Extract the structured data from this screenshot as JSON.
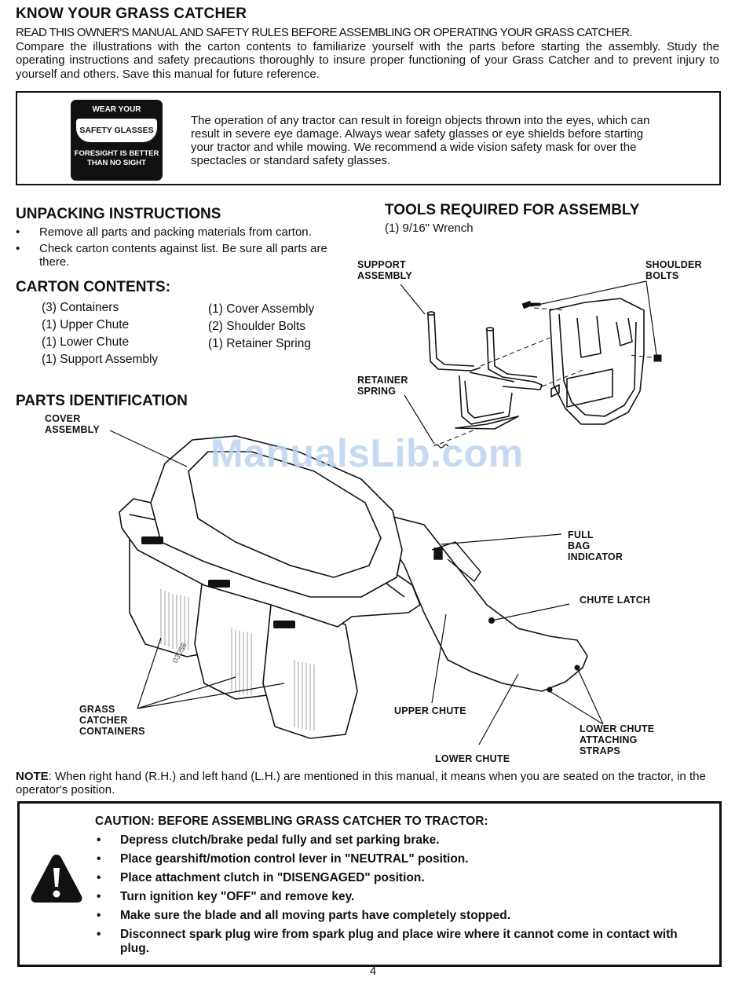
{
  "header": {
    "title": "KNOW YOUR GRASS CATCHER",
    "intro_line1": "READ THIS OWNER'S MANUAL AND SAFETY RULES BEFORE ASSEMBLING OR OPERATING YOUR GRASS CATCHER.",
    "intro_rest": "Compare the illustrations with the carton contents to familiarize yourself with the parts before starting the assembly. Study the operating instructions and safety precautions thoroughly to insure proper functioning of your Grass Catcher and to prevent injury to yourself and others.  Save this manual for future reference."
  },
  "safety_box": {
    "badge_top": "WEAR YOUR",
    "badge_middle": "SAFETY GLASSES",
    "badge_bottom_1": "FORESIGHT IS BETTER",
    "badge_bottom_2": "THAN NO SIGHT",
    "text": "The operation of any tractor can result in foreign objects thrown into the eyes, which can result in severe eye damage. Always wear safety glasses or eye shields before starting your tractor and while mowing. We recommend a  wide vision safety mask for over the spectacles or standard safety glasses."
  },
  "unpacking": {
    "title": "UNPACKING INSTRUCTIONS",
    "items": [
      "Remove all parts and packing materials from carton.",
      "Check carton contents against list.  Be sure all parts are there."
    ]
  },
  "tools": {
    "title": "TOOLS REQUIRED FOR ASSEMBLY",
    "item": "(1) 9/16\" Wrench"
  },
  "carton": {
    "title": "CARTON CONTENTS:",
    "col1": [
      "(3) Containers",
      "(1) Upper Chute",
      "(1) Lower Chute",
      "(1) Support Assembly"
    ],
    "col2": [
      "(1) Cover Assembly",
      "(2) Shoulder Bolts",
      "(1) Retainer Spring"
    ]
  },
  "parts": {
    "title": "PARTS  IDENTIFICATION",
    "part_code": "03056"
  },
  "diagram_labels": {
    "support_1": "SUPPORT",
    "support_2": "ASSEMBLY",
    "shoulder_1": "SHOULDER",
    "shoulder_2": "BOLTS",
    "retainer_1": "RETAINER",
    "retainer_2": "SPRING",
    "cover_1": "COVER",
    "cover_2": "ASSEMBLY",
    "full_1": "FULL",
    "full_2": "BAG",
    "full_3": "INDICATOR",
    "chute_latch": "CHUTE LATCH",
    "grass_1": "GRASS",
    "grass_2": "CATCHER",
    "grass_3": "CONTAINERS",
    "upper_chute": "UPPER CHUTE",
    "lower_chute": "LOWER CHUTE",
    "straps_1": "LOWER CHUTE",
    "straps_2": "ATTACHING",
    "straps_3": "STRAPS"
  },
  "watermark": "ManualsLib.com",
  "note": {
    "label": "NOTE",
    "text": ": When right hand (R.H.) and left hand (L.H.) are mentioned in this manual, it means when you are seated on the tractor, in the operator's position."
  },
  "caution": {
    "title": "CAUTION:  BEFORE ASSEMBLING GRASS CATCHER TO TRACTOR:",
    "items": [
      "Depress clutch/brake pedal fully and set parking brake.",
      "Place gearshift/motion control lever in \"NEUTRAL\" position.",
      "Place attachment clutch in \"DISENGAGED\" position.",
      "Turn ignition key \"OFF\" and remove key.",
      "Make sure the blade and all moving parts have completely stopped.",
      "Disconnect spark plug wire from spark plug and place wire where it cannot come in contact with plug."
    ]
  },
  "page_number": "4",
  "icons": {
    "warning": "warning-triangle-icon",
    "safety_glasses": "safety-glasses-badge"
  }
}
